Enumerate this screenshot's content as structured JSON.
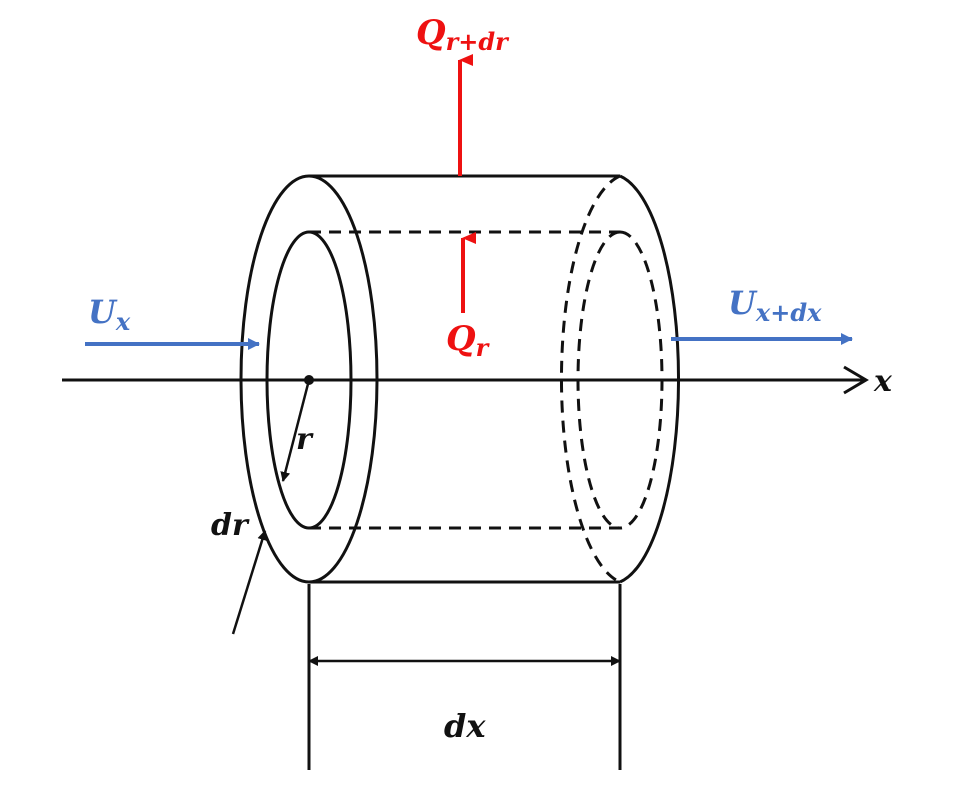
{
  "labels": {
    "q_outer": {
      "main": "Q",
      "sub": "r+dr"
    },
    "q_inner": {
      "main": "Q",
      "sub": "r"
    },
    "u_in": {
      "main": "U",
      "sub": "x"
    },
    "u_out": {
      "main": "U",
      "sub": "x+dx"
    },
    "axis": "x",
    "radius": "r",
    "thickness": "dr",
    "length": "dx"
  },
  "colors": {
    "heat_flow": "#ee1111",
    "fluid_flow": "#4472c4",
    "geometry": "#111111"
  }
}
